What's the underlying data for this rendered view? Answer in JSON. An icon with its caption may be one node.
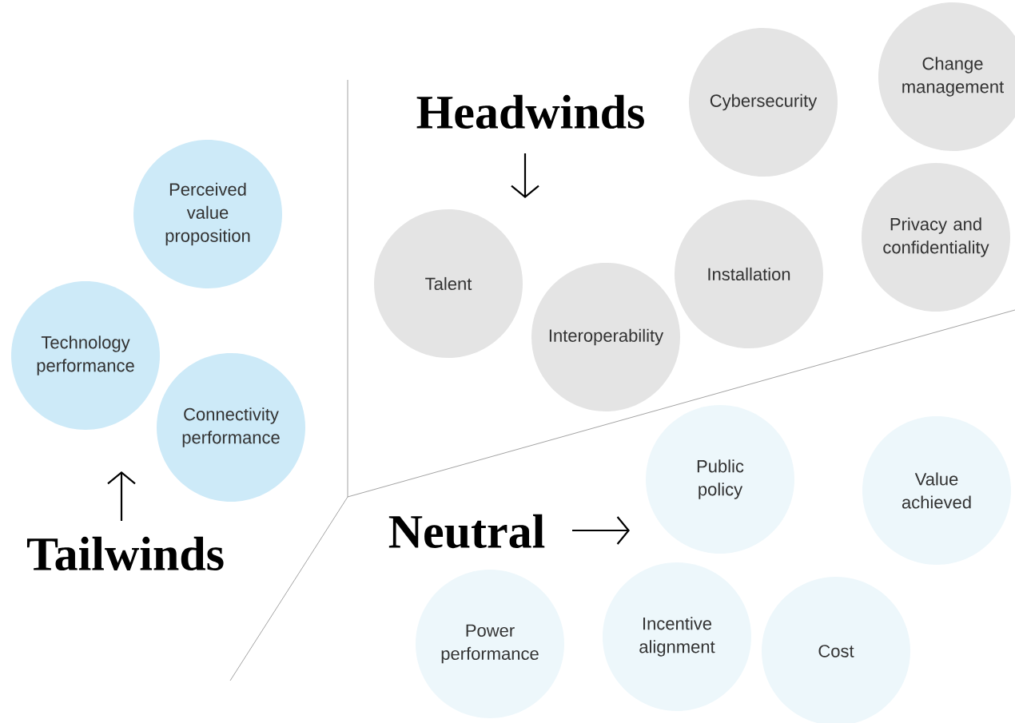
{
  "diagram": {
    "nodes": [
      {
        "text": [
          "Perceived value proposition"
        ]
      },
      {
        "text": [
          "Technology performance"
        ]
      },
      {
        "text": [
          "Connectivity performance"
        ]
      },
      {
        "text": [
          "Cybersecurity"
        ]
      },
      {
        "text": [
          "Change management"
        ]
      },
      {
        "text": [
          "Talent"
        ]
      },
      {
        "text": [
          "Installation"
        ]
      },
      {
        "text": [
          "Privacy and confidentiality"
        ]
      },
      {
        "text": [
          "Interoperability"
        ]
      },
      {
        "text": [
          "Public policy"
        ]
      },
      {
        "text": [
          "Value achieved"
        ]
      },
      {
        "text": [
          "Power performance"
        ]
      },
      {
        "text": [
          "Incentive alignment"
        ]
      },
      {
        "text": [
          "Cost"
        ]
      }
    ],
    "labels": [
      "Headwinds",
      "Tailwinds",
      "Neutral"
    ]
  }
}
